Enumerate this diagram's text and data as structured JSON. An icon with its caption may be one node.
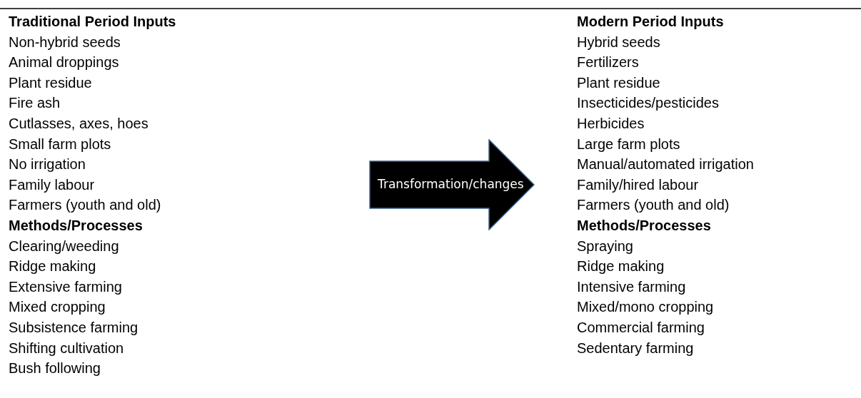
{
  "diagram": {
    "nodes": [
      {
        "text": [
          "Traditional Period Inputs",
          "Non-hybrid seeds",
          "Animal droppings",
          "Plant residue",
          "Fire ash",
          "Cutlasses, axes, hoes",
          "Small farm plots",
          "No irrigation",
          "Family labour",
          "Farmers (youth and old)",
          "Methods/Processes",
          "Clearing/weeding",
          "Ridge making",
          "Extensive farming",
          "Mixed cropping",
          "Subsistence farming",
          "Shifting cultivation",
          "Bush following"
        ]
      },
      {
        "text": [
          "Transformation/changes"
        ]
      },
      {
        "text": [
          "Modern Period Inputs",
          "Hybrid seeds",
          "Fertilizers",
          "Plant residue",
          "Insecticides/pesticides",
          "Herbicides",
          "Large farm plots",
          "Manual/automated irrigation",
          "Family/hired labour",
          "Farmers (youth and old)",
          "Methods/Processes",
          "Spraying",
          "Ridge making",
          "Intensive farming",
          "Mixed/mono cropping",
          "Commercial farming",
          "Sedentary farming"
        ]
      }
    ]
  }
}
